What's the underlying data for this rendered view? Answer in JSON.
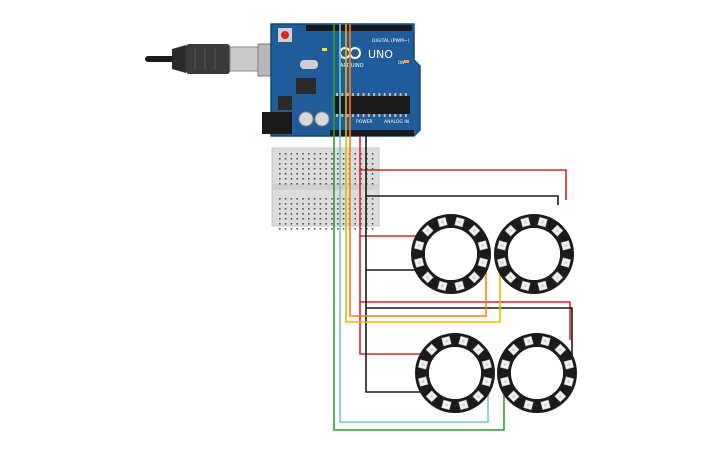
{
  "board": {
    "logo_text": "ARDUINO",
    "model": "UNO",
    "digital_label": "DIGITAL (PWM~)",
    "power_label": "POWER",
    "analog_label": "ANALOG IN",
    "on_label": "ON"
  },
  "colors": {
    "board_blue": "#1f5c99",
    "board_edge": "#154777",
    "wire_red": "#d62728",
    "wire_black": "#1a1a1a",
    "wire_orange": "#ff7f0e",
    "wire_yellow": "#e8b800",
    "wire_green": "#2ca02c",
    "wire_cyan": "#72c8c4",
    "breadboard": "#dcdcdc",
    "ring": "#1b1b1b",
    "led": "#f2f2f2"
  },
  "components": [
    "usb-cable",
    "arduino-uno-board",
    "mini-breadboard",
    "neopixel-ring",
    "neopixel-ring",
    "neopixel-ring",
    "neopixel-ring"
  ]
}
